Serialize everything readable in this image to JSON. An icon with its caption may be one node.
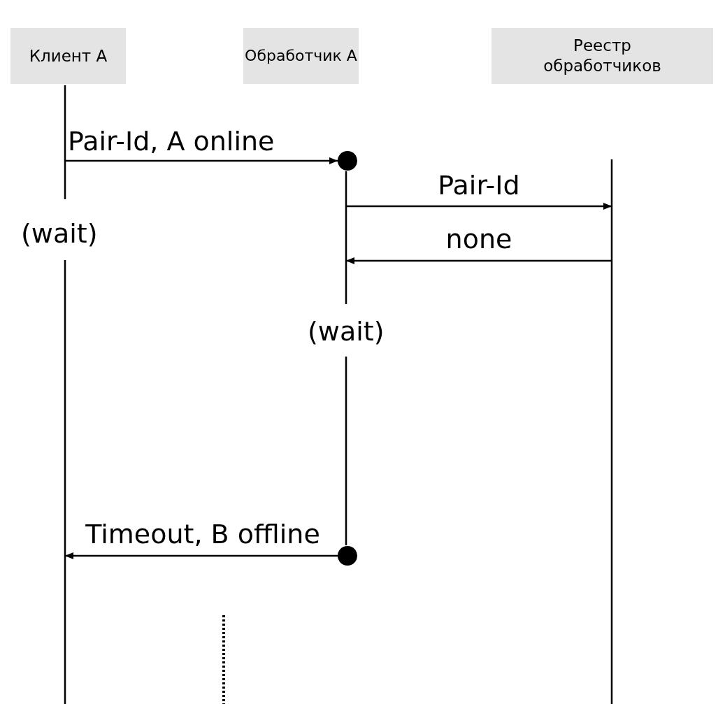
{
  "diagram": {
    "nodes": [
      {
        "text": [
          "Клиент A"
        ]
      },
      {
        "text": [
          "Обработчик A"
        ]
      },
      {
        "text": [
          "Реестр обработчиков"
        ]
      },
      {
        "text": [],
        "shape": "line"
      },
      {
        "text": [],
        "shape": "line"
      },
      {
        "text": [],
        "shape": "line"
      },
      {
        "text": [],
        "shape": "circle"
      },
      {
        "text": [],
        "shape": "circle"
      }
    ],
    "edges": [
      {
        "from": 3,
        "to": 6,
        "arrow": "to",
        "label": "Pair-Id, A online"
      },
      {
        "from": 4,
        "to": 5,
        "arrow": "to",
        "label": "Pair-Id"
      },
      {
        "from": 5,
        "to": 4,
        "arrow": "to",
        "label": "none"
      },
      {
        "from": 7,
        "to": 3,
        "arrow": "to",
        "label": "Timeout, B offline"
      }
    ],
    "labels": [
      "(wait)",
      "(wait)"
    ]
  }
}
